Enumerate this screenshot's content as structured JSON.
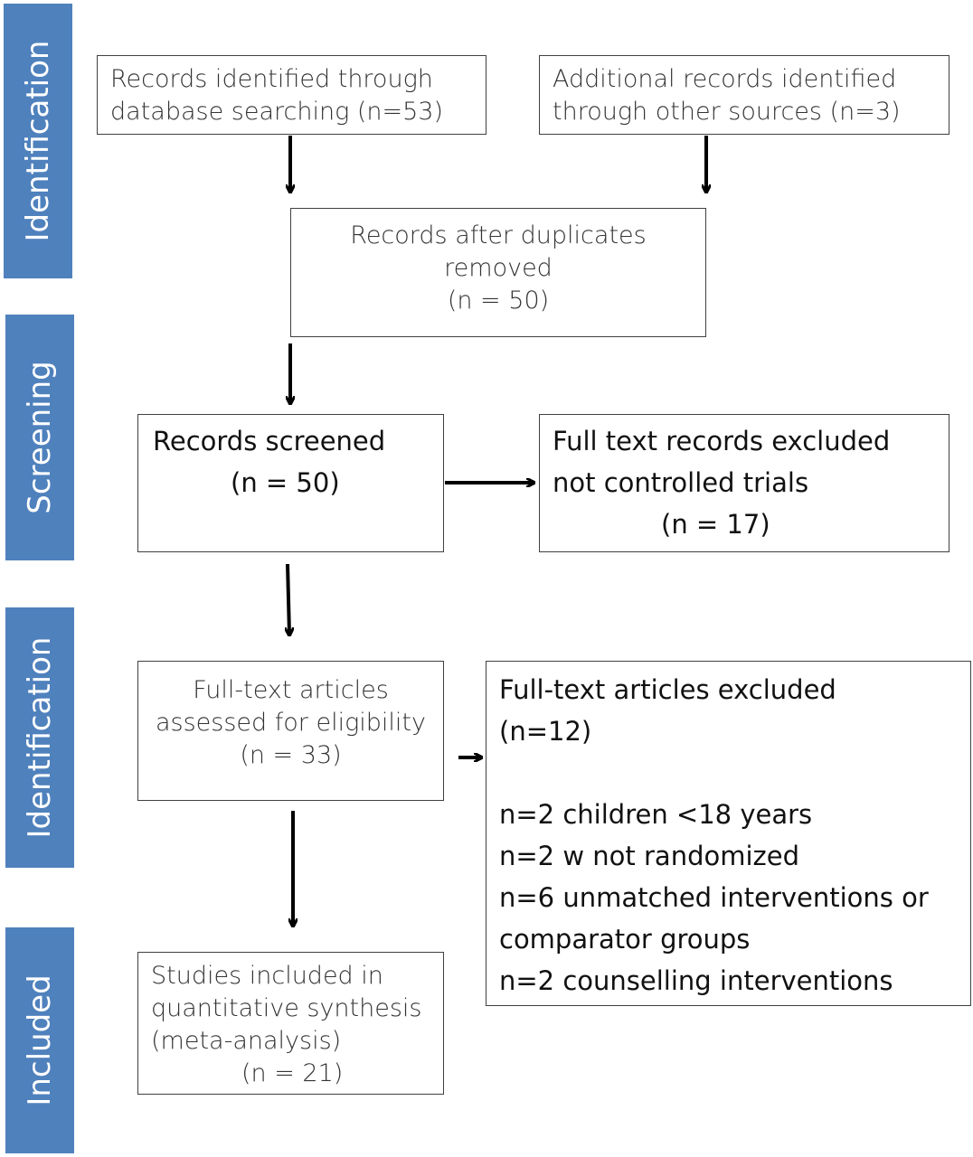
{
  "stages": {
    "stage1": "Identification",
    "stage2": "Screening",
    "stage3": "Identification",
    "stage4": "Included"
  },
  "boxes": {
    "database": [
      "Records identified through",
      "database searching (n=53)"
    ],
    "other_sources": [
      "Additional records identified",
      "through other sources (n=3)"
    ],
    "after_duplicates": [
      "Records after duplicates",
      "removed",
      "(n = 50)"
    ],
    "screened": [
      "Records screened",
      "(n = 50)"
    ],
    "excluded_screening": [
      "Full text records excluded",
      "not controlled trials",
      "(n = 17)"
    ],
    "eligibility": [
      "Full-text articles",
      "assessed for eligibility",
      "(n = 33)"
    ],
    "excluded_fulltext": {
      "title": "Full-text articles excluded",
      "count": "(n=12)",
      "reasons": [
        "n=2 children <18 years",
        "n=2 w not randomized",
        "n=6 unmatched interventions or",
        "comparator groups",
        "n=2 counselling interventions"
      ]
    },
    "included": [
      "Studies included in",
      "quantitative synthesis",
      "(meta-analysis)",
      "(n = 21)"
    ]
  }
}
